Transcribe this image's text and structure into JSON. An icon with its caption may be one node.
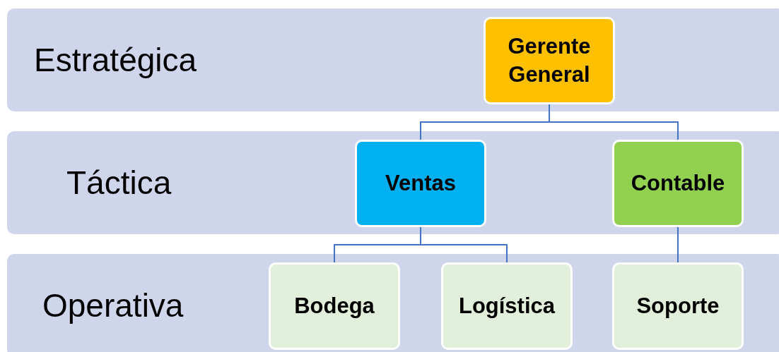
{
  "diagram": {
    "nodes": [
      {
        "text": [
          "Estratégica"
        ]
      },
      {
        "text": [
          "Gerente General"
        ],
        "in": 0
      },
      {
        "text": [
          "Táctica"
        ]
      },
      {
        "text": [
          "Ventas"
        ],
        "in": 2
      },
      {
        "text": [
          "Contable"
        ],
        "in": 2
      },
      {
        "text": [
          "Operativa"
        ]
      },
      {
        "text": [
          "Bodega"
        ],
        "in": 5
      },
      {
        "text": [
          "Logística"
        ],
        "in": 5
      },
      {
        "text": [
          "Soporte"
        ],
        "in": 5
      }
    ],
    "edges": [
      {
        "from": 1,
        "to": 3,
        "arrow": "none"
      },
      {
        "from": 1,
        "to": 4,
        "arrow": "none"
      },
      {
        "from": 3,
        "to": 6,
        "arrow": "none"
      },
      {
        "from": 3,
        "to": 7,
        "arrow": "none"
      },
      {
        "from": 4,
        "to": 8,
        "arrow": "none"
      }
    ]
  }
}
